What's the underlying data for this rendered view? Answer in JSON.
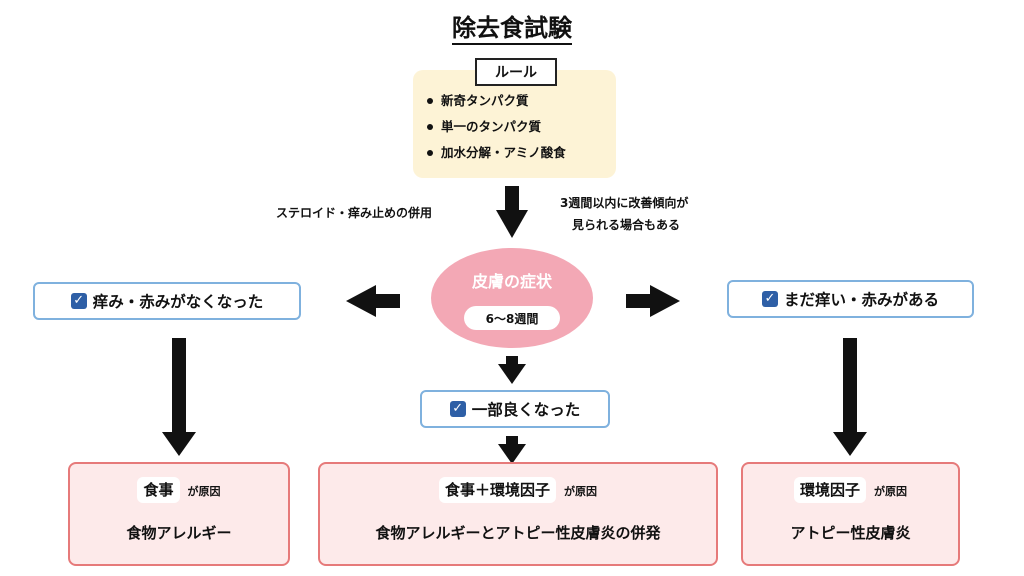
{
  "title": "除去食試験",
  "rules": {
    "label": "ルール",
    "items": [
      "新奇タンパク質",
      "単一のタンパク質",
      "加水分解・アミノ酸食"
    ]
  },
  "notes": {
    "left": "ステロイド・痒み止めの併用",
    "right_line1": "3週間以内に改善傾向が",
    "right_line2": "見られる場合もある"
  },
  "symptom": {
    "title": "皮膚の症状",
    "duration": "6〜8週間"
  },
  "states": {
    "left": "痒み・赤みがなくなった",
    "center": "一部良くなった",
    "right": "まだ痒い・赤みがある"
  },
  "results": {
    "left": {
      "cause": "食事",
      "suffix": "が原因",
      "outcome": "食物アレルギー"
    },
    "center": {
      "cause": "食事＋環境因子",
      "suffix": "が原因",
      "outcome": "食物アレルギーとアトピー性皮膚炎の併発"
    },
    "right": {
      "cause": "環境因子",
      "suffix": "が原因",
      "outcome": "アトピー性皮膚炎"
    }
  },
  "colors": {
    "rule_bg": "#fdf3d6",
    "symptom_bg": "#f3a8b5",
    "state_border": "#7fb1de",
    "checkbox": "#2e5fa6",
    "result_bg": "#fdeaea",
    "result_border": "#e67a7a"
  },
  "icons": {
    "checkbox": "checkbox-checked-icon",
    "arrow": "thick-arrow-icon"
  }
}
